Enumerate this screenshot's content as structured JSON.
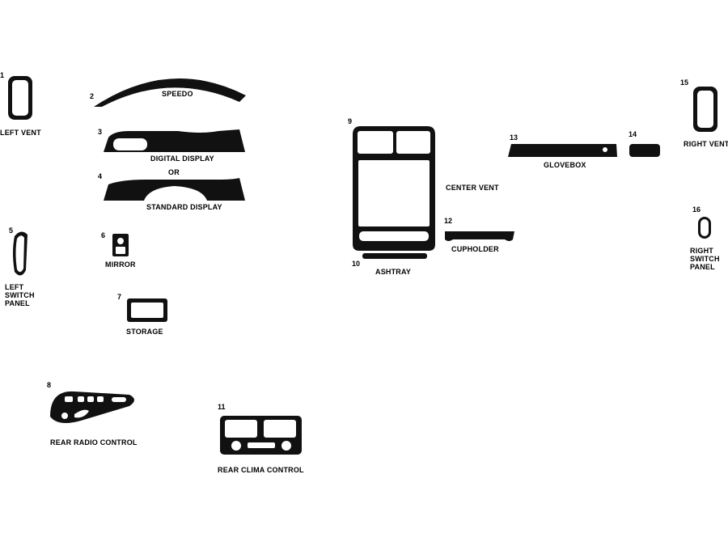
{
  "colors": {
    "piece_fill": "#111111",
    "background": "#ffffff"
  },
  "parts": [
    {
      "number": "1",
      "label": "LEFT VENT"
    },
    {
      "number": "2",
      "label": "SPEEDO"
    },
    {
      "number": "3",
      "label": "DIGITAL DISPLAY"
    },
    {
      "number": "4",
      "label": "STANDARD DISPLAY"
    },
    {
      "number": "5",
      "label_lines": [
        "LEFT",
        "SWITCH",
        "PANEL"
      ]
    },
    {
      "number": "6",
      "label": "MIRROR"
    },
    {
      "number": "7",
      "label": "STORAGE"
    },
    {
      "number": "8",
      "label": "REAR RADIO CONTROL"
    },
    {
      "number": "9",
      "label": "CENTER VENT"
    },
    {
      "number": "10",
      "label": "ASHTRAY"
    },
    {
      "number": "11",
      "label": "REAR CLIMA CONTROL"
    },
    {
      "number": "12",
      "label": "CUPHOLDER"
    },
    {
      "number": "13",
      "label": "GLOVEBOX"
    },
    {
      "number": "14",
      "label": ""
    },
    {
      "number": "15",
      "label": "RIGHT VENT"
    },
    {
      "number": "16",
      "label_lines": [
        "RIGHT",
        "SWITCH",
        "PANEL"
      ]
    }
  ],
  "connector": "OR"
}
